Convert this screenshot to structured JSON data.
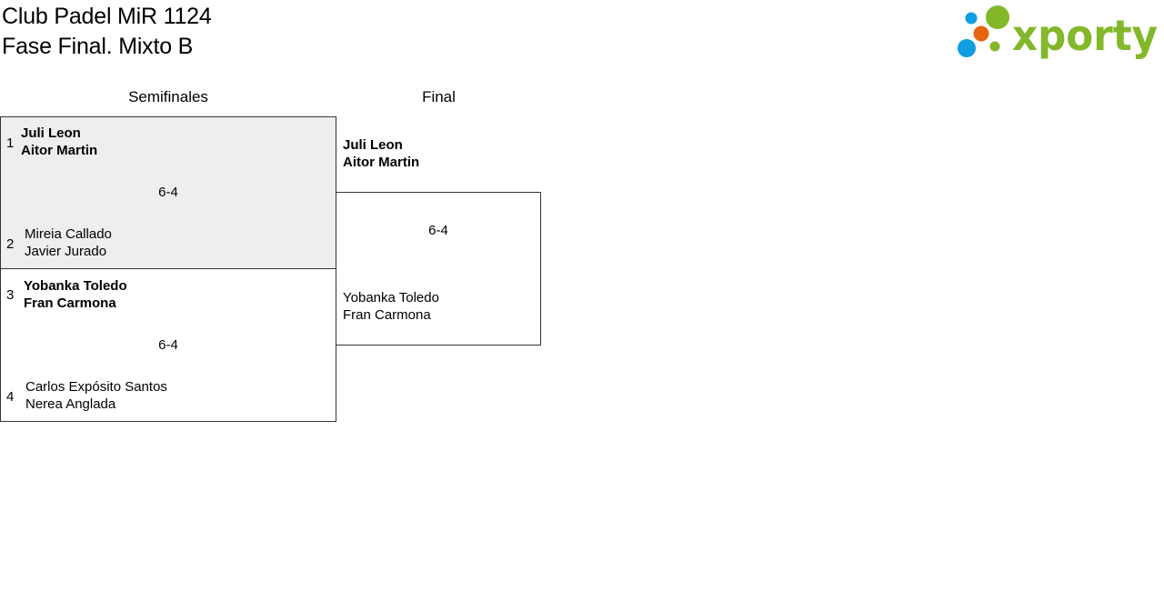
{
  "header": {
    "line1": "Club Padel MiR 1124",
    "line2": "Fase Final. Mixto B"
  },
  "logo": {
    "text": "xporty",
    "colors": {
      "blue": "#119ee0",
      "orange": "#e5650f",
      "green": "#82b82a"
    }
  },
  "rounds": {
    "semis": "Semifinales",
    "final": "Final"
  },
  "semis": [
    {
      "top": {
        "seed": "1",
        "players": [
          "Juli Leon",
          "Aitor Martin"
        ],
        "winner": true
      },
      "bottom": {
        "seed": "2",
        "players": [
          "Mireia Callado",
          "Javier Jurado"
        ],
        "winner": false
      },
      "score": "6-4"
    },
    {
      "top": {
        "seed": "3",
        "players": [
          "Yobanka Toledo",
          "Fran Carmona"
        ],
        "winner": true
      },
      "bottom": {
        "seed": "4",
        "players": [
          "Carlos Expósito Santos",
          "Nerea Anglada"
        ],
        "winner": false
      },
      "score": "6-4"
    }
  ],
  "final": {
    "top": {
      "players": [
        "Juli Leon",
        "Aitor Martin"
      ],
      "winner": true
    },
    "bottom": {
      "players": [
        "Yobanka Toledo",
        "Fran Carmona"
      ],
      "winner": false
    },
    "score": "6-4"
  },
  "colors": {
    "highlight_bg": "#eeeeee",
    "border": "#333333"
  }
}
